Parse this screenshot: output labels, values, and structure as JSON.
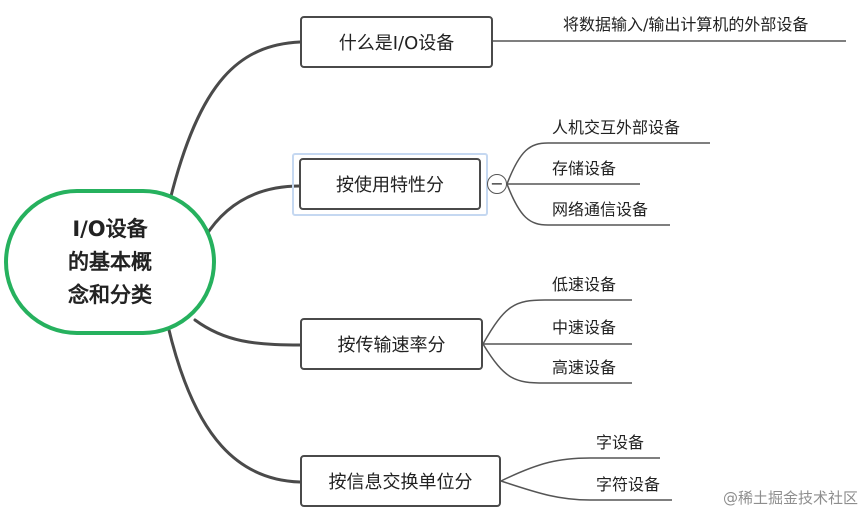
{
  "mindmap": {
    "root": {
      "line1": "I/O设备",
      "line2": "的基本概",
      "line3": "念和分类"
    },
    "branches": [
      {
        "label": "什么是I/O设备",
        "children": [
          "将数据输入/输出计算机的外部设备"
        ]
      },
      {
        "label": "按使用特性分",
        "children": [
          "人机交互外部设备",
          "存储设备",
          "网络通信设备"
        ]
      },
      {
        "label": "按传输速率分",
        "children": [
          "低速设备",
          "中速设备",
          "高速设备"
        ]
      },
      {
        "label": "按信息交换单位分",
        "children": [
          "字设备",
          "字符设备"
        ]
      }
    ],
    "collapse_symbol": "−"
  },
  "watermark": "@稀土掘金技术社区",
  "colors": {
    "root_border": "#26b15e",
    "line": "#4a4a4a",
    "selection": "#c5d8f1"
  }
}
